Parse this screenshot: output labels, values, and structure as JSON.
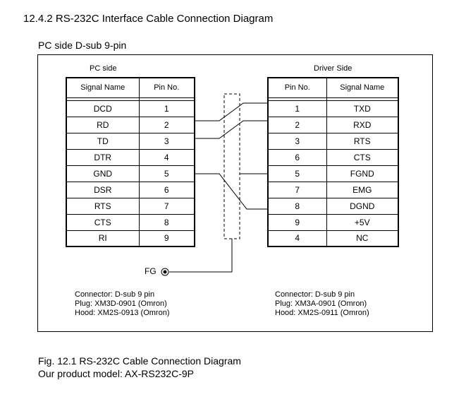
{
  "section_heading": "12.4.2  RS-232C Interface Cable Connection Diagram",
  "sub_heading": "PC side D-sub 9-pin",
  "pc_side": {
    "caption": "PC side",
    "headers": [
      "Signal Name",
      "Pin No."
    ],
    "rows": [
      {
        "signal": "DCD",
        "pin": "1"
      },
      {
        "signal": "RD",
        "pin": "2"
      },
      {
        "signal": "TD",
        "pin": "3"
      },
      {
        "signal": "DTR",
        "pin": "4"
      },
      {
        "signal": "GND",
        "pin": "5"
      },
      {
        "signal": "DSR",
        "pin": "6"
      },
      {
        "signal": "RTS",
        "pin": "7"
      },
      {
        "signal": "CTS",
        "pin": "8"
      },
      {
        "signal": "RI",
        "pin": "9"
      }
    ],
    "connector": "Connector: D-sub 9 pin",
    "plug": "Plug: XM3D-0901 (Omron)",
    "hood": "Hood: XM2S-0913 (Omron)"
  },
  "driver_side": {
    "caption": "Driver Side",
    "headers": [
      "Pin No.",
      "Signal Name"
    ],
    "rows": [
      {
        "pin": "1",
        "signal": "TXD"
      },
      {
        "pin": "2",
        "signal": "RXD"
      },
      {
        "pin": "3",
        "signal": "RTS"
      },
      {
        "pin": "6",
        "signal": "CTS"
      },
      {
        "pin": "5",
        "signal": "FGND"
      },
      {
        "pin": "7",
        "signal": "EMG"
      },
      {
        "pin": "8",
        "signal": "DGND"
      },
      {
        "pin": "9",
        "signal": "+5V"
      },
      {
        "pin": "4",
        "signal": "NC"
      }
    ],
    "connector": "Connector: D-sub 9 pin",
    "plug": "Plug: XM3A-0901 (Omron)",
    "hood": "Hood: XM2S-0911 (Omron)"
  },
  "fg_label": "FG",
  "figure_caption": "Fig. 12.1 RS-232C Cable Connection Diagram",
  "model_caption": "Our product model: AX-RS232C-9P"
}
